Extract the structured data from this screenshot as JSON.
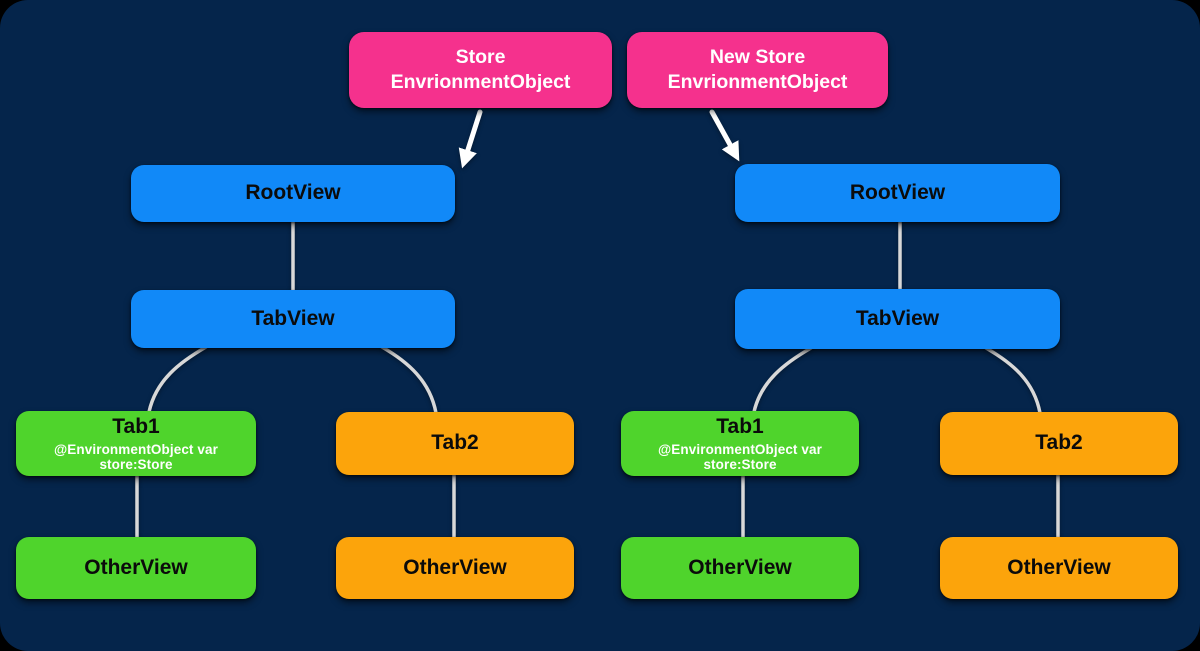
{
  "colors": {
    "bg": "#05254B",
    "outer": "#000000",
    "pink": "#F5318D",
    "blue": "#1189F8",
    "green": "#4FD42C",
    "orange": "#FCA40B",
    "line": "#D8D8D8",
    "arrow": "#FFFFFF",
    "text-dark": "#0b0b0b",
    "text-light": "#FFFFFF"
  },
  "left": {
    "store_line1": "Store",
    "store_line2": "EnvrionmentObject",
    "root": "RootView",
    "tabview": "TabView",
    "tab1_title": "Tab1",
    "tab1_subtitle": "@EnvironmentObject var store:Store",
    "tab2": "Tab2",
    "other_green": "OtherView",
    "other_orange": "OtherView"
  },
  "right": {
    "store_line1": "New Store",
    "store_line2": "EnvrionmentObject",
    "root": "RootView",
    "tabview": "TabView",
    "tab1_title": "Tab1",
    "tab1_subtitle": "@EnvironmentObject var store:Store",
    "tab2": "Tab2",
    "other_green": "OtherView",
    "other_orange": "OtherView"
  }
}
